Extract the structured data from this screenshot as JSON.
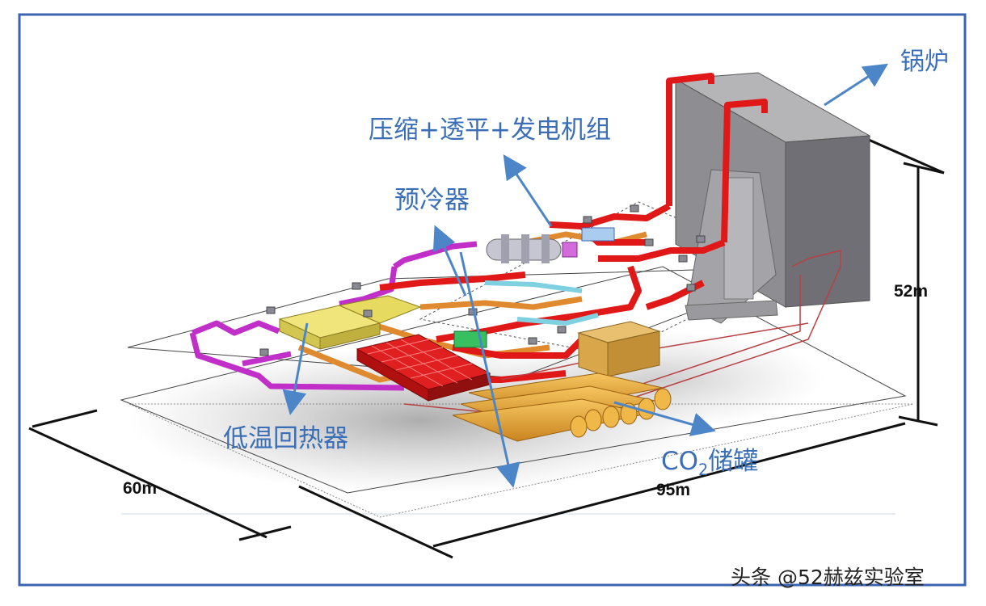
{
  "labels": {
    "boiler": "锅炉",
    "compressor_turbine_generator": "压缩+透平+发电机组",
    "precooler": "预冷器",
    "low_temp_recuperator": "低温回热器",
    "co2_prefix": "CO",
    "co2_sub": "2",
    "co2_suffix": "储罐"
  },
  "dimensions": {
    "height": "52m",
    "width": "60m",
    "length": "95m"
  },
  "watermark": "头条 @52赫兹实验室",
  "colors": {
    "frame": "#3a64b0",
    "label_text": "#3a6fb8",
    "arrow": "#4d86c8",
    "pipe_hot": "#e01818",
    "pipe_purple": "#c030c8",
    "pipe_orange": "#e08a30",
    "boiler": "#8d8d92",
    "tanks": "#e8a83a",
    "recuperator": "#e8dc6a",
    "precooler": "#e02020"
  }
}
